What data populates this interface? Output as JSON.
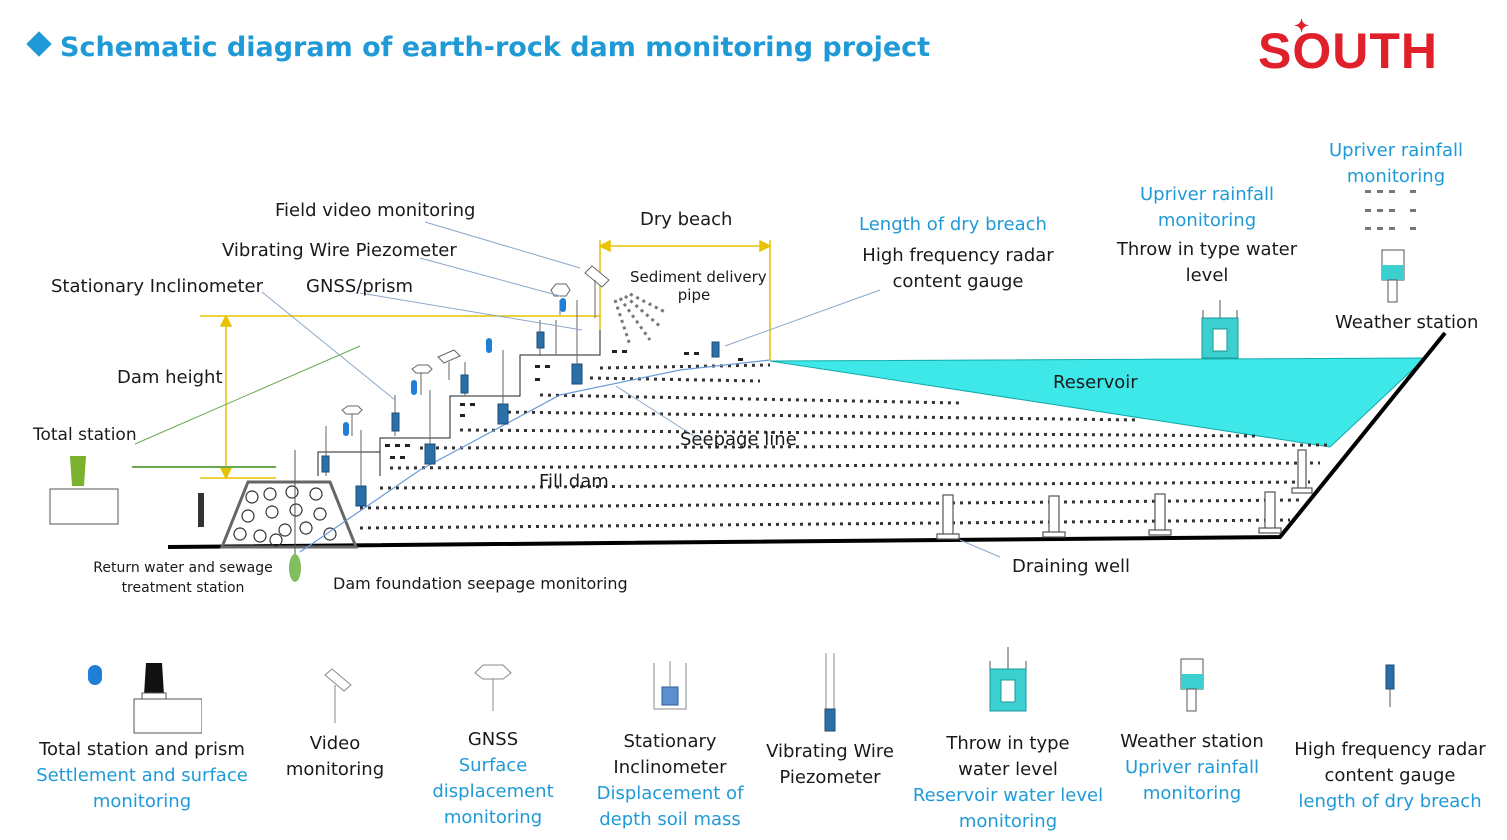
{
  "title": "Schematic diagram of earth-rock dam monitoring project",
  "logo": "SOUTH",
  "labels": {
    "field_video": "Field video monitoring",
    "vw_piezometer": "Vibrating Wire Piezometer",
    "stationary_inclinometer": "Stationary Inclinometer",
    "gnss_prism": "GNSS/prism",
    "dry_beach": "Dry beach",
    "sediment_pipe_1": "Sediment delivery",
    "sediment_pipe_2": "pipe",
    "length_dry_breach": "Length of dry breach",
    "radar_gauge_1": "High frequency radar",
    "radar_gauge_2": "content gauge",
    "upriver_rainfall_1a": "Upriver rainfall",
    "upriver_rainfall_1b": "monitoring",
    "throw_level_1": "Throw in type water",
    "throw_level_2": "level",
    "upriver_rainfall_2a": "Upriver rainfall",
    "upriver_rainfall_2b": "monitoring",
    "weather_station": "Weather station",
    "dam_height": "Dam height",
    "total_station": "Total station",
    "reservoir": "Reservoir",
    "seepage_line": "Seepage line",
    "fill_dam": "Fill dam",
    "draining_well": "Draining well",
    "return_water_1": "Return water and sewage",
    "return_water_2": "treatment station",
    "foundation_seepage": "Dam foundation seepage monitoring"
  },
  "legend": [
    {
      "icon": "total-station-prism-icon",
      "line1": "Total station and prism",
      "blue1": "Settlement and surface",
      "blue2": "monitoring"
    },
    {
      "icon": "video-camera-icon",
      "line1": "Video",
      "line2": "monitoring"
    },
    {
      "icon": "gnss-antenna-icon",
      "line1": "GNSS",
      "blue1": "Surface",
      "blue2": "displacement",
      "blue3": "monitoring"
    },
    {
      "icon": "inclinometer-icon",
      "line1": "Stationary",
      "line2": "Inclinometer",
      "blue1": "Displacement of",
      "blue2": "depth soil mass"
    },
    {
      "icon": "piezometer-icon",
      "line1": "Vibrating Wire",
      "line2": "Piezometer"
    },
    {
      "icon": "water-level-icon",
      "line1": "Throw in type",
      "line2": "water level",
      "blue1": "Reservoir water level",
      "blue2": "monitoring"
    },
    {
      "icon": "weather-station-icon",
      "line1": "Weather station",
      "blue1": "Upriver rainfall",
      "blue2": "monitoring"
    },
    {
      "icon": "radar-gauge-icon",
      "line1": "High frequency radar",
      "line2": "content gauge",
      "blue1": "length of dry breach"
    }
  ],
  "colors": {
    "accent": "#1f9ad6",
    "reservoir": "#3ee8e8",
    "logo": "#e0202a",
    "guide": "#e6c200"
  }
}
